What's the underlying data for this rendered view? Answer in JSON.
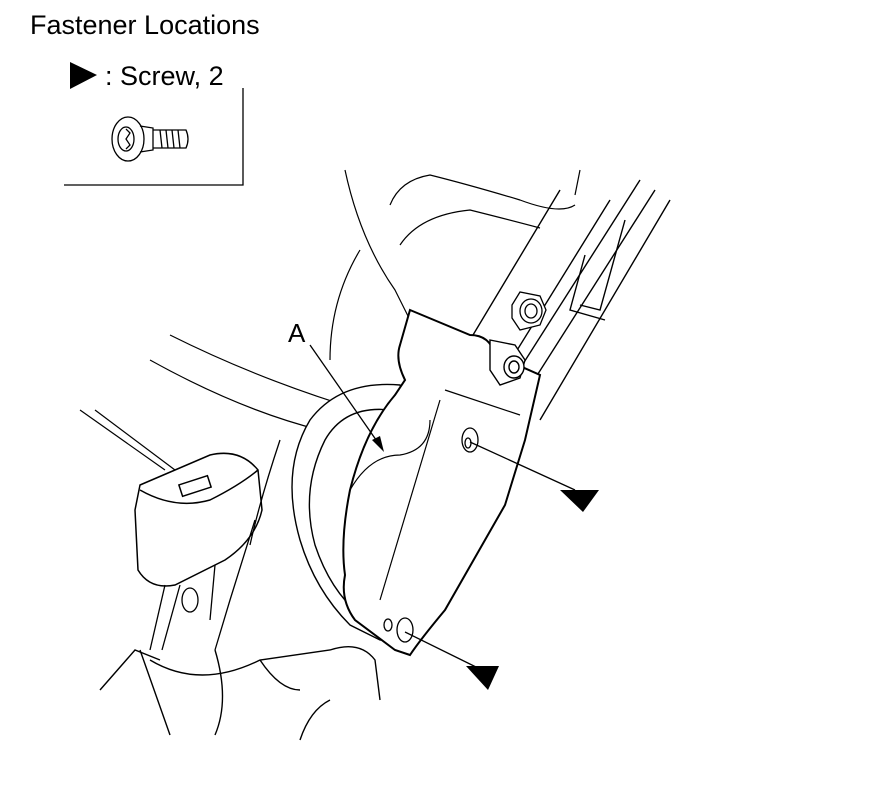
{
  "title": "Fastener Locations",
  "legend": {
    "separator": ":",
    "label": "Screw",
    "count": "2",
    "icon": "filled-triangle-marker-icon",
    "part_icon": "screw-icon"
  },
  "callouts": {
    "part_a": "A"
  }
}
